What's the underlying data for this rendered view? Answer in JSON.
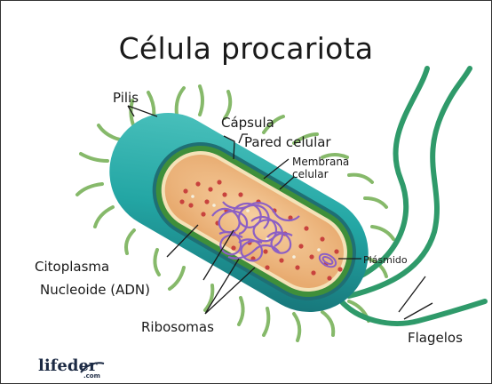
{
  "title": "Célula procariota",
  "labels": {
    "pilis": "Pilis",
    "capsula": "Cápsula",
    "pared": "Pared celular",
    "membrana_1": "Membrana",
    "membrana_2": "celular",
    "plasmido": "Plásmido",
    "citoplasma": "Citoplasma",
    "nucleoide": "Nucleoide (ADN)",
    "ribosomas": "Ribosomas",
    "flagelos": "Flagelos"
  },
  "logo": {
    "text": "lifeder",
    "suffix": ".com"
  },
  "colors": {
    "capsule": "#23a6a4",
    "capsule_dark": "#156e73",
    "wall": "#3f8f3a",
    "cytoplasm": "#f1c08c",
    "ribosome": "#c8423d",
    "dna": "#8c5fc4",
    "pili": "#86b96a",
    "flagella": "#2f9a6a"
  }
}
